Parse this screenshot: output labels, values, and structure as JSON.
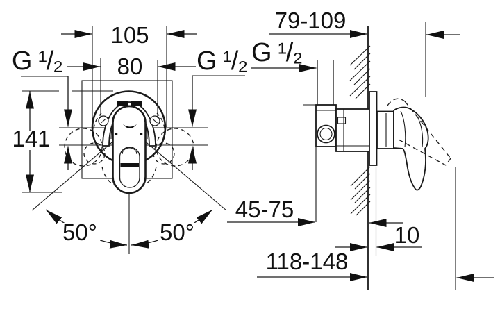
{
  "front_view": {
    "escutcheon_diameter": "105",
    "connection_spacing": "80",
    "thread_left": "G ¹/₂",
    "thread_right": "G ¹/₂",
    "overall_height": "141",
    "handle_swing_left": "50°",
    "handle_swing_right": "50°"
  },
  "side_view": {
    "install_depth_range": "79-109",
    "inlet_thread": "G ¹/₂",
    "body_depth_range": "45-75",
    "escutcheon_offset": "10",
    "overall_depth_range": "118-148"
  }
}
